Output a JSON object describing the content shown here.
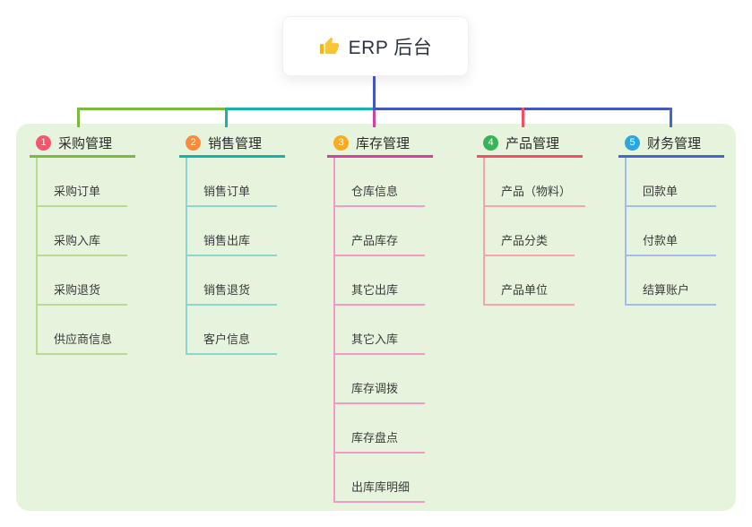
{
  "root": {
    "title": "ERP 后台",
    "icon": "thumbs-up",
    "line_color": "#4356c4"
  },
  "panel_color": "#e6f4de",
  "connectors": {
    "left_segment_color": "#7cba3d",
    "mid_segment_color": "#12b5a6",
    "right_segment_color": "#4356c4",
    "center_drop_color": "#d4409e"
  },
  "branches": [
    {
      "number": "1",
      "label": "采购管理",
      "badge_color": "#f4566c",
      "color": "#7cba3d",
      "light_color": "#b7db92",
      "items": [
        "采购订单",
        "采购入库",
        "采购退货",
        "供应商信息"
      ]
    },
    {
      "number": "2",
      "label": "销售管理",
      "badge_color": "#f98b3d",
      "color": "#12b5a6",
      "light_color": "#8ed6cd",
      "items": [
        "销售订单",
        "销售出库",
        "销售退货",
        "客户信息"
      ]
    },
    {
      "number": "3",
      "label": "库存管理",
      "badge_color": "#fbab1c",
      "color": "#d4409e",
      "light_color": "#f19ac6",
      "items": [
        "仓库信息",
        "产品库存",
        "其它出库",
        "其它入库",
        "库存调拨",
        "库存盘点",
        "出库库明细"
      ]
    },
    {
      "number": "4",
      "label": "产品管理",
      "badge_color": "#36b457",
      "color": "#f54f63",
      "light_color": "#f8a3ad",
      "items": [
        "产品（物料）",
        "产品分类",
        "产品单位"
      ]
    },
    {
      "number": "5",
      "label": "财务管理",
      "badge_color": "#2aa7de",
      "color": "#4467c9",
      "light_color": "#a6bce8",
      "items": [
        "回款单",
        "付款单",
        "结算账户"
      ]
    }
  ]
}
